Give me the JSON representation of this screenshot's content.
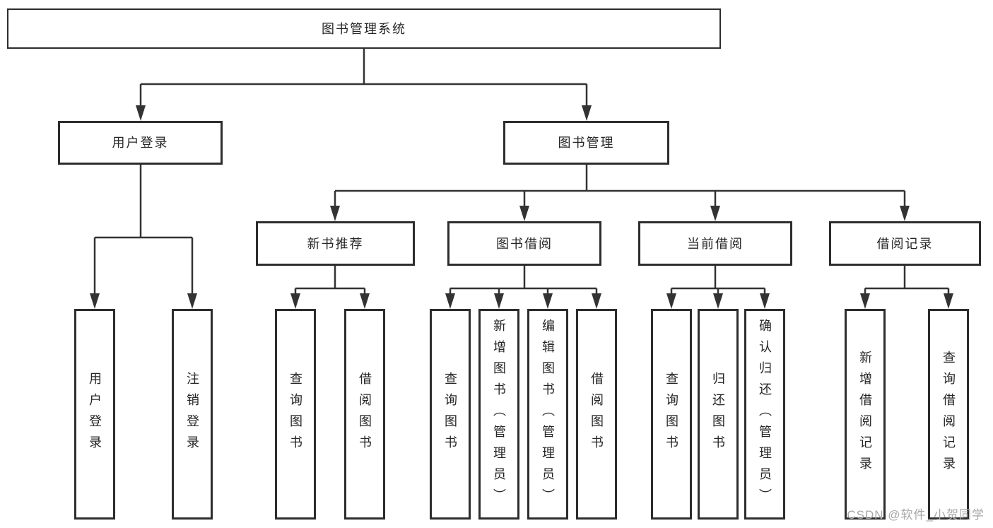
{
  "diagram": {
    "root": {
      "label": "图书管理系统",
      "children": [
        {
          "label": "用户登录",
          "children": [
            {
              "label": "用户登录"
            },
            {
              "label": "注销登录"
            }
          ]
        },
        {
          "label": "图书管理",
          "children": [
            {
              "label": "新书推荐",
              "children": [
                {
                  "label": "查询图书"
                },
                {
                  "label": "借阅图书"
                }
              ]
            },
            {
              "label": "图书借阅",
              "children": [
                {
                  "label": "查询图书"
                },
                {
                  "label": "新增图书（管理员）"
                },
                {
                  "label": "编辑图书（管理员）"
                },
                {
                  "label": "借阅图书"
                }
              ]
            },
            {
              "label": "当前借阅",
              "children": [
                {
                  "label": "查询图书"
                },
                {
                  "label": "归还图书"
                },
                {
                  "label": "确认归还（管理员）"
                }
              ]
            },
            {
              "label": "借阅记录",
              "children": [
                {
                  "label": "新增借阅记录"
                },
                {
                  "label": "查询借阅记录"
                }
              ]
            }
          ]
        }
      ]
    }
  },
  "watermark": {
    "text": "CSDN @软件_小贺同学"
  },
  "colors": {
    "line": "#333333",
    "box_border": "#2d2d2d",
    "text": "#262626",
    "background": "#ffffff",
    "watermark": "#a8a8a8"
  }
}
